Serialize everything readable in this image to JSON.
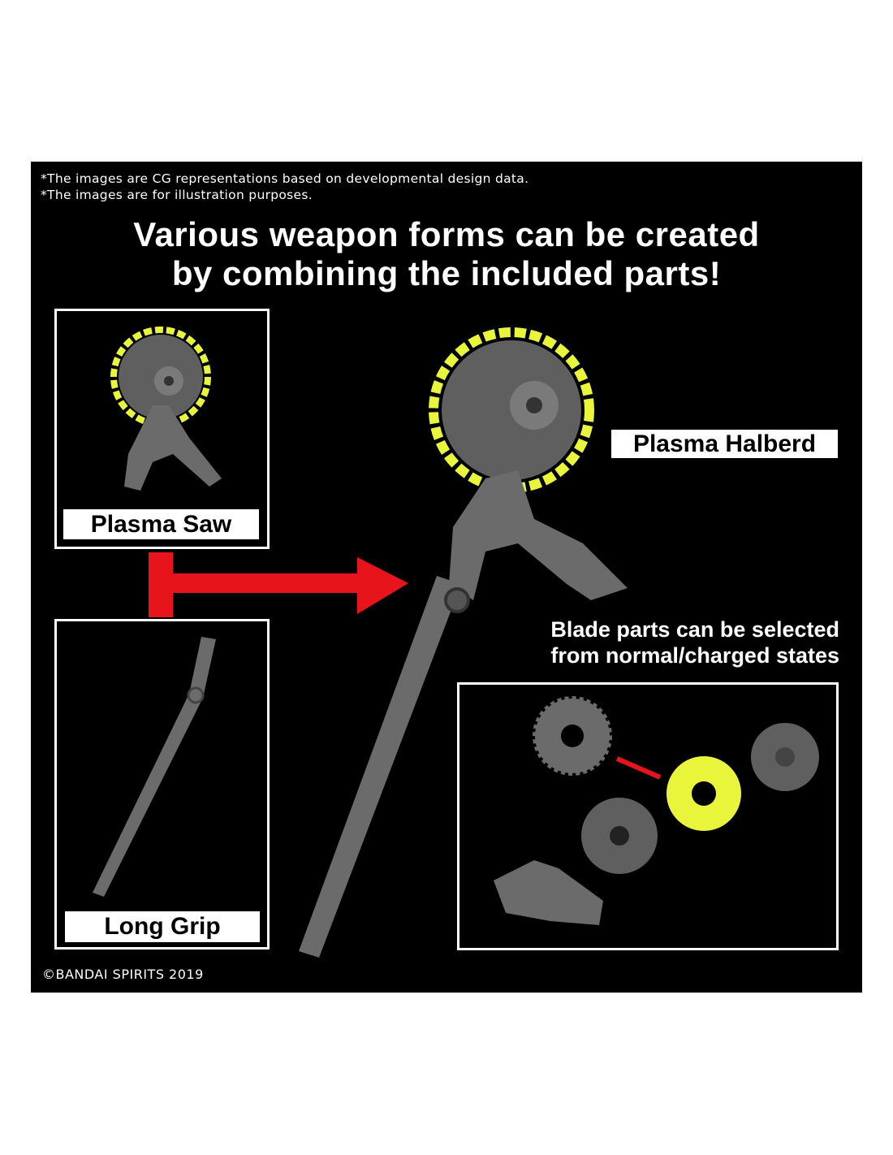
{
  "notes": [
    "*The images are CG representations based on developmental design data.",
    "*The images are for illustration purposes."
  ],
  "headline": [
    "Various weapon forms can be created",
    "by combining the included parts!"
  ],
  "labels": {
    "plasma_saw": "Plasma Saw",
    "long_grip": "Long Grip",
    "plasma_halberd": "Plasma Halberd"
  },
  "blade_caption": [
    "Blade parts can be selected",
    "from normal/charged states"
  ],
  "copyright": "©BANDAI SPIRITS 2019",
  "colors": {
    "background": "#000000",
    "arrow": "#e8141b",
    "part_grey": "#6b6b6b",
    "plasma_yellow": "#e8f53a"
  }
}
